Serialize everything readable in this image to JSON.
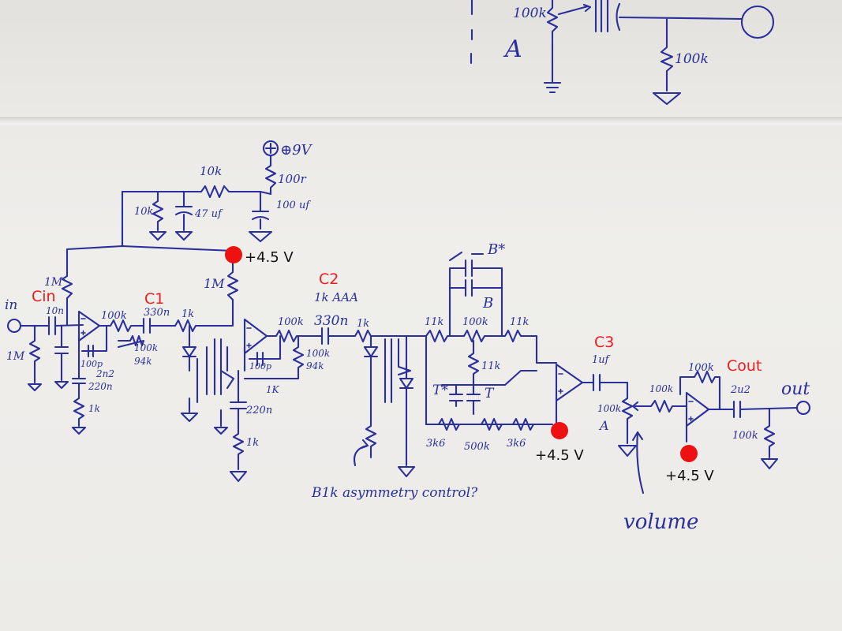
{
  "annotations": {
    "cin": "Cin",
    "c1": "C1",
    "c2": "C2",
    "c3": "C3",
    "cout": "Cout",
    "v1": "+4.5 V",
    "v2": "+4.5 V",
    "v3": "+4.5 V",
    "red_color": "#ee1c1c"
  },
  "handwriting": {
    "supply": "⊕9V",
    "r_supply": "100r",
    "c_supply": "100 uf",
    "r_div_top": "10k",
    "r_div_bottom": "10k",
    "c_div": "47 uf",
    "input": "in",
    "r_in_1m": "1M",
    "r_in_10n": "10n",
    "r_in_bottom": "1M",
    "stage1_r": "100k",
    "stage1_cap": "330n",
    "stage1_r2": "1k",
    "stage1_fb_cap": "100p",
    "stage1_pot": "100k",
    "stage1_r3": "94k",
    "stage1_cap2": "2n2",
    "stage1_cap3": "220n",
    "stage1_r4": "1k",
    "bias_r": "1M",
    "stage2_r_top": "1k AAA",
    "stage2_r": "100k",
    "stage2_cap": "330n",
    "stage2_r2": "1k",
    "stage2_fb_cap": "100p",
    "stage2_pot": "100k",
    "stage2_r3": "94k",
    "stage2_r4": "1K",
    "stage2_cap3": "220n",
    "stage2_r5": "1k",
    "asym_note": "B1k asymmetry control?",
    "tone_switch": "B*",
    "tone_cap": "B",
    "tone_r1": "11k",
    "tone_pot": "100k",
    "tone_r2": "11k",
    "tone_r_mid": "11k",
    "tone_t1": "T*",
    "tone_t2": "T",
    "tone_r3": "3k6",
    "tone_pot2": "500k",
    "tone_r4": "3k6",
    "c3_val": "1uf",
    "vol_pot": "100k",
    "vol_taper": "A",
    "vol_note": "volume",
    "out_r": "100k",
    "out_fb": "100k",
    "out_cap": "2u2",
    "out_load": "100k",
    "output": "out",
    "top_pot": "100k",
    "top_taper": "A",
    "top_r": "100k"
  }
}
